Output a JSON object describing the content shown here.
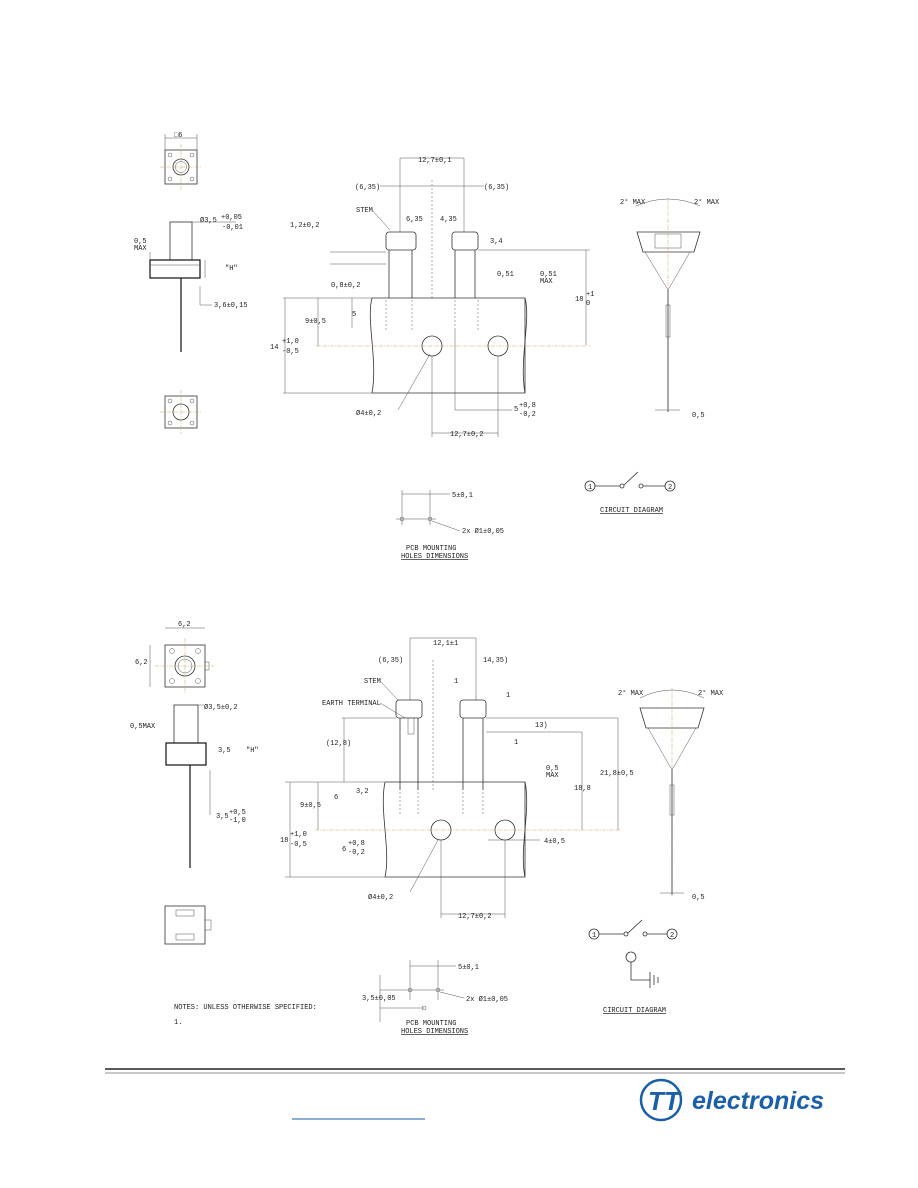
{
  "top": {
    "sq_top": "□6",
    "dia_stem": "Ø3,5",
    "dia_stem_tol_up": "+0,05",
    "dia_stem_tol_lo": "-0,01",
    "max05": "0,5",
    "max_word": "MAX",
    "h_label": "\"H\"",
    "dim_36": "3,6±0,15",
    "dim_127_top": "12,7±0,1",
    "dim_635_left": "(6,35)",
    "dim_635_right": "(6,35)",
    "stem": "STEM",
    "dim_635a": "6,35",
    "dim_435": "4,35",
    "dim_12": "1,2±0,2",
    "dim_34": "3,4",
    "dim_08": "0,8±0,2",
    "dim_051": "0,51",
    "dim_051max": "0,51",
    "dim_051max_word": "MAX",
    "dim_18": "18",
    "dim_18_up": "+1",
    "dim_18_lo": "0",
    "dim_9": "9±0,5",
    "dim_5": "5",
    "dim_14": "14",
    "dim_14_up": "+1,0",
    "dim_14_lo": "-0,5",
    "dim_dia4": "Ø4±0,2",
    "dim_5b": "5",
    "dim_5b_up": "+0,8",
    "dim_5b_lo": "-0,2",
    "dim_127_bot": "12,7±0,2",
    "angle_left": "2° MAX",
    "angle_right": "2° MAX",
    "dim_05": "0,5",
    "pcb_5": "5±0,1",
    "pcb_holes": "2x Ø1±0,05",
    "pcb_title1": "PCB MOUNTING",
    "pcb_title2": "HOLES DIMENSIONS",
    "circuit_1": "1",
    "circuit_2": "2",
    "circuit_title": "CIRCUIT DIAGRAM"
  },
  "bottom": {
    "dim_62_top": "6,2",
    "dim_62_left": "6,2",
    "dia_stem": "Ø3,5±0,2",
    "max05": "0,5MAX",
    "dim_35": "3,5",
    "h_label": "\"H\"",
    "dim_35b": "3,5",
    "dim_35b_up": "+0,5",
    "dim_35b_lo": "-1,0",
    "dim_121": "12,1±1",
    "dim_635": "(6,35)",
    "dim_1435": "14,35)",
    "stem": "STEM",
    "dim_1a": "1",
    "earth": "EARTH TERMINAL",
    "dim_1b": "1",
    "dim_13": "13)",
    "dim_1c": "1",
    "dim_128": "(12,8)",
    "dim_6": "6",
    "dim_05max": "0,5",
    "dim_05max_word": "MAX",
    "dim_32": "3,2",
    "dim_188": "18,8",
    "dim_218": "21,8±0,5",
    "dim_9": "9±0,5",
    "dim_18": "18",
    "dim_18_up": "+1,0",
    "dim_18_lo": "-0,5",
    "dim_6b": "6",
    "dim_6b_up": "+0,8",
    "dim_6b_lo": "-0,2",
    "dim_4": "4±0,5",
    "dim_dia4": "Ø4±0,2",
    "dim_127": "12,7±0,2",
    "angle_left": "2° MAX",
    "angle_right": "2° MAX",
    "dim_05": "0,5",
    "pcb_5": "5±0,1",
    "pcb_35": "3,5±0,05",
    "pcb_holes": "2x Ø1±0,05",
    "pcb_title1": "PCB MOUNTING",
    "pcb_title2": "HOLES DIMENSIONS",
    "circuit_1": "1",
    "circuit_2": "2",
    "circuit_title": "CIRCUIT DIAGRAM",
    "notes": "NOTES: UNLESS OTHERWISE SPECIFIED:",
    "note1": "1."
  },
  "footer": {
    "brand": "electronics",
    "brand_color": "#1b5fa8",
    "logo_letters": "TT"
  }
}
